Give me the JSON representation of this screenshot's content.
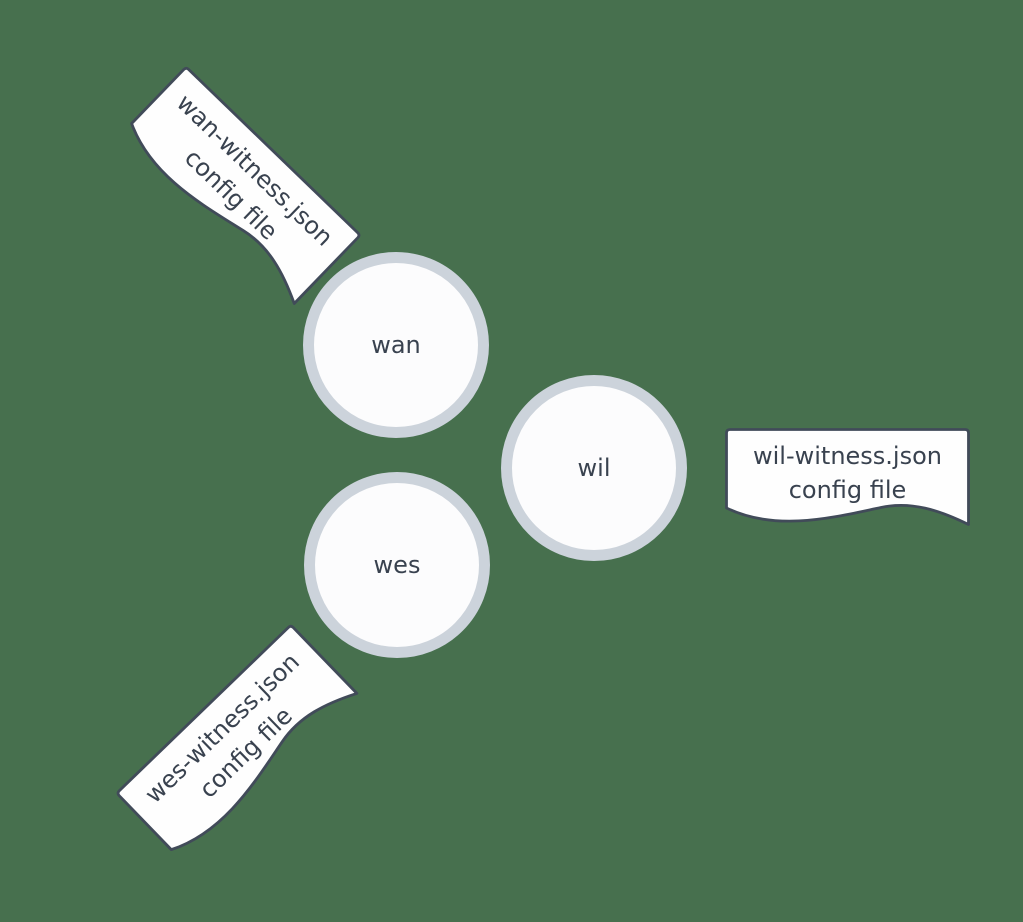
{
  "colors": {
    "bg": "#47704E",
    "node-ring": "#CCD3DB",
    "node-fill": "#FCFCFD",
    "doc-fill": "#FEFEFE",
    "doc-stroke": "#414B59",
    "text": "#39424F"
  },
  "nodes": [
    {
      "id": "wan",
      "label": "wan"
    },
    {
      "id": "wil",
      "label": "wil"
    },
    {
      "id": "wes",
      "label": "wes"
    }
  ],
  "annotations": [
    {
      "id": "wan-config",
      "line1": "wan-witness.json",
      "line2": "config file"
    },
    {
      "id": "wil-config",
      "line1": "wil-witness.json",
      "line2": "config file"
    },
    {
      "id": "wes-config",
      "line1": "wes-witness.json",
      "line2": "config file"
    }
  ]
}
